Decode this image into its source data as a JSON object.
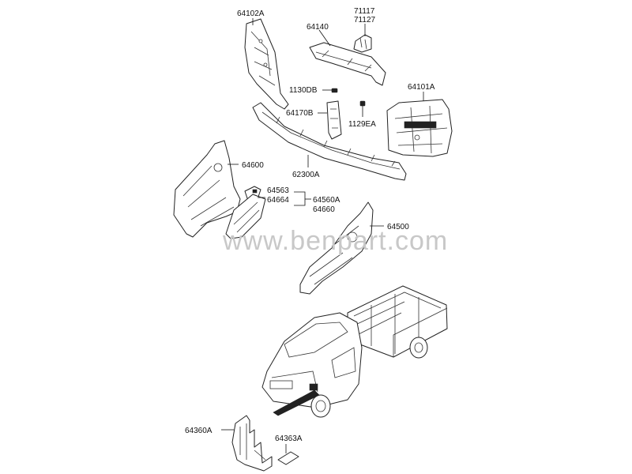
{
  "watermark": "www.benpart.com",
  "callouts": [
    {
      "id": "64102A"
    },
    {
      "id": "71117"
    },
    {
      "id": "71127"
    },
    {
      "id": "64140"
    },
    {
      "id": "1130DB"
    },
    {
      "id": "64101A"
    },
    {
      "id": "64170B"
    },
    {
      "id": "1129EA"
    },
    {
      "id": "64600"
    },
    {
      "id": "62300A"
    },
    {
      "id": "64563"
    },
    {
      "id": "64664"
    },
    {
      "id": "64560A"
    },
    {
      "id": "64660"
    },
    {
      "id": "64500"
    },
    {
      "id": "64360A"
    },
    {
      "id": "64363A"
    }
  ],
  "colors": {
    "line": "#222222",
    "watermark": "#c8c8c8",
    "background": "#ffffff"
  }
}
